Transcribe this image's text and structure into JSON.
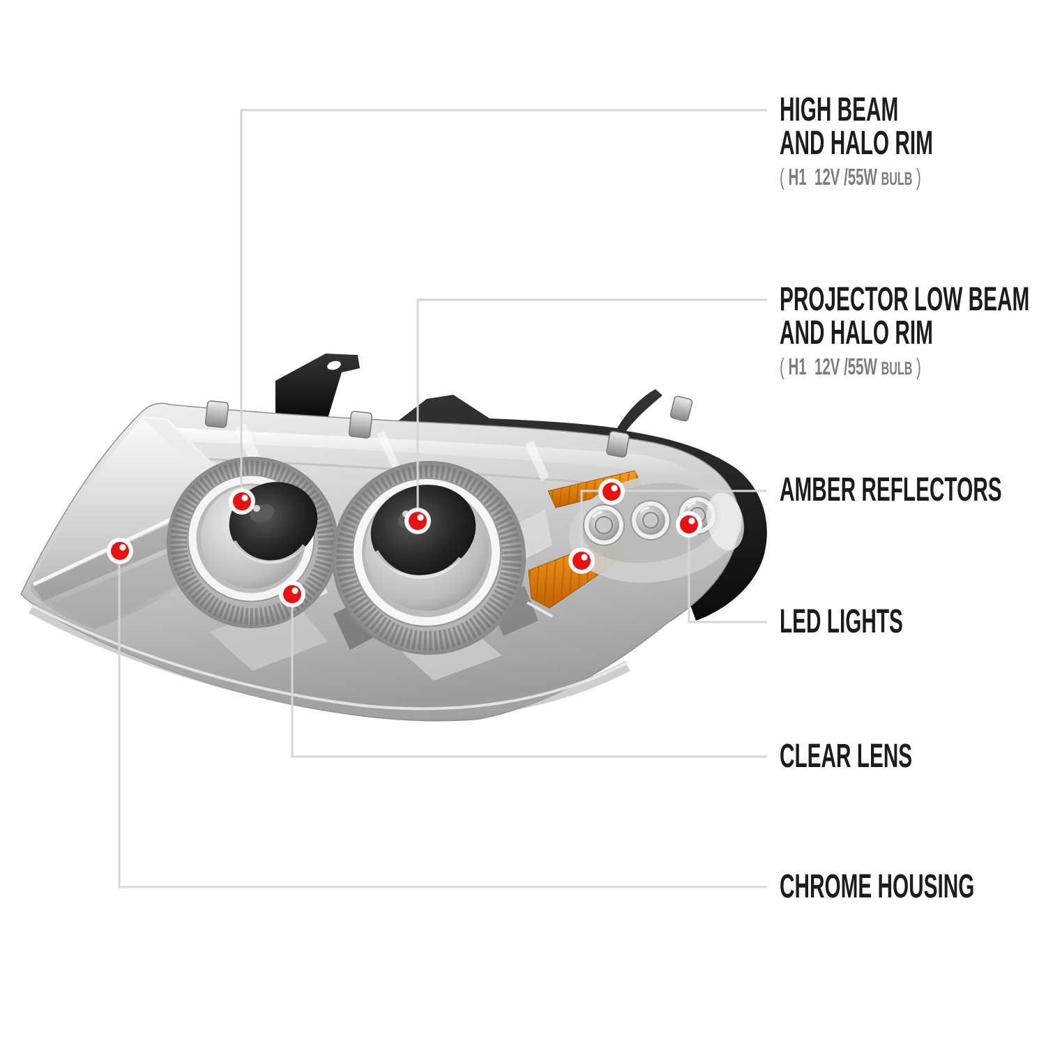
{
  "colors": {
    "label_text": "#1c1c1c",
    "label_sub_text": "#7d7d7d",
    "leader_line": "#d6d6d6",
    "callout_dot": "#e51414",
    "amber_reflector": "#e07f10",
    "chrome_light": "#ededed",
    "chrome_dark": "#6e6e6e",
    "housing_black": "#141414",
    "background": "#ffffff"
  },
  "callouts": {
    "high_beam": {
      "line1": "HIGH BEAM",
      "line2": "AND HALO RIM",
      "sub_open": "( ",
      "sub_main": "H1  12V /55W ",
      "sub_small": "BULB",
      "sub_close": " )"
    },
    "low_beam": {
      "line1": "PROJECTOR LOW BEAM",
      "line2": "AND HALO RIM",
      "sub_open": "( ",
      "sub_main": "H1  12V /55W ",
      "sub_small": "BULB",
      "sub_close": " )"
    },
    "amber": {
      "line1": "AMBER REFLECTORS"
    },
    "led": {
      "line1": "LED LIGHTS"
    },
    "clear_lens": {
      "line1": "CLEAR LENS"
    },
    "chrome": {
      "line1": "CHROME HOUSING"
    }
  }
}
